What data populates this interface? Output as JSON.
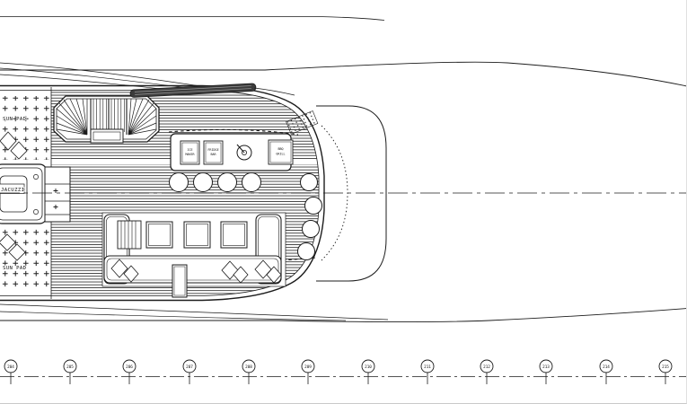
{
  "drawing": {
    "labels": {
      "sun_pad_fwd": "SUN PAD",
      "sun_pad_aft": "SUN PAD",
      "jacuzzi": "JACUZZI"
    },
    "bar": {
      "appliances": [
        {
          "line1": "ICE",
          "line2": "MAKER"
        },
        {
          "line1": "FRIDGE",
          "line2": "BAR"
        },
        {
          "line1": "BBQ",
          "line2": "GRILL"
        }
      ]
    },
    "frame_markers": [
      "204",
      "205",
      "206",
      "207",
      "208",
      "209",
      "210",
      "211",
      "212",
      "213",
      "214",
      "215"
    ],
    "colors": {
      "line": "#1c1c1c",
      "background": "#ffffff",
      "structure_fill": "#3c3c3c"
    }
  }
}
